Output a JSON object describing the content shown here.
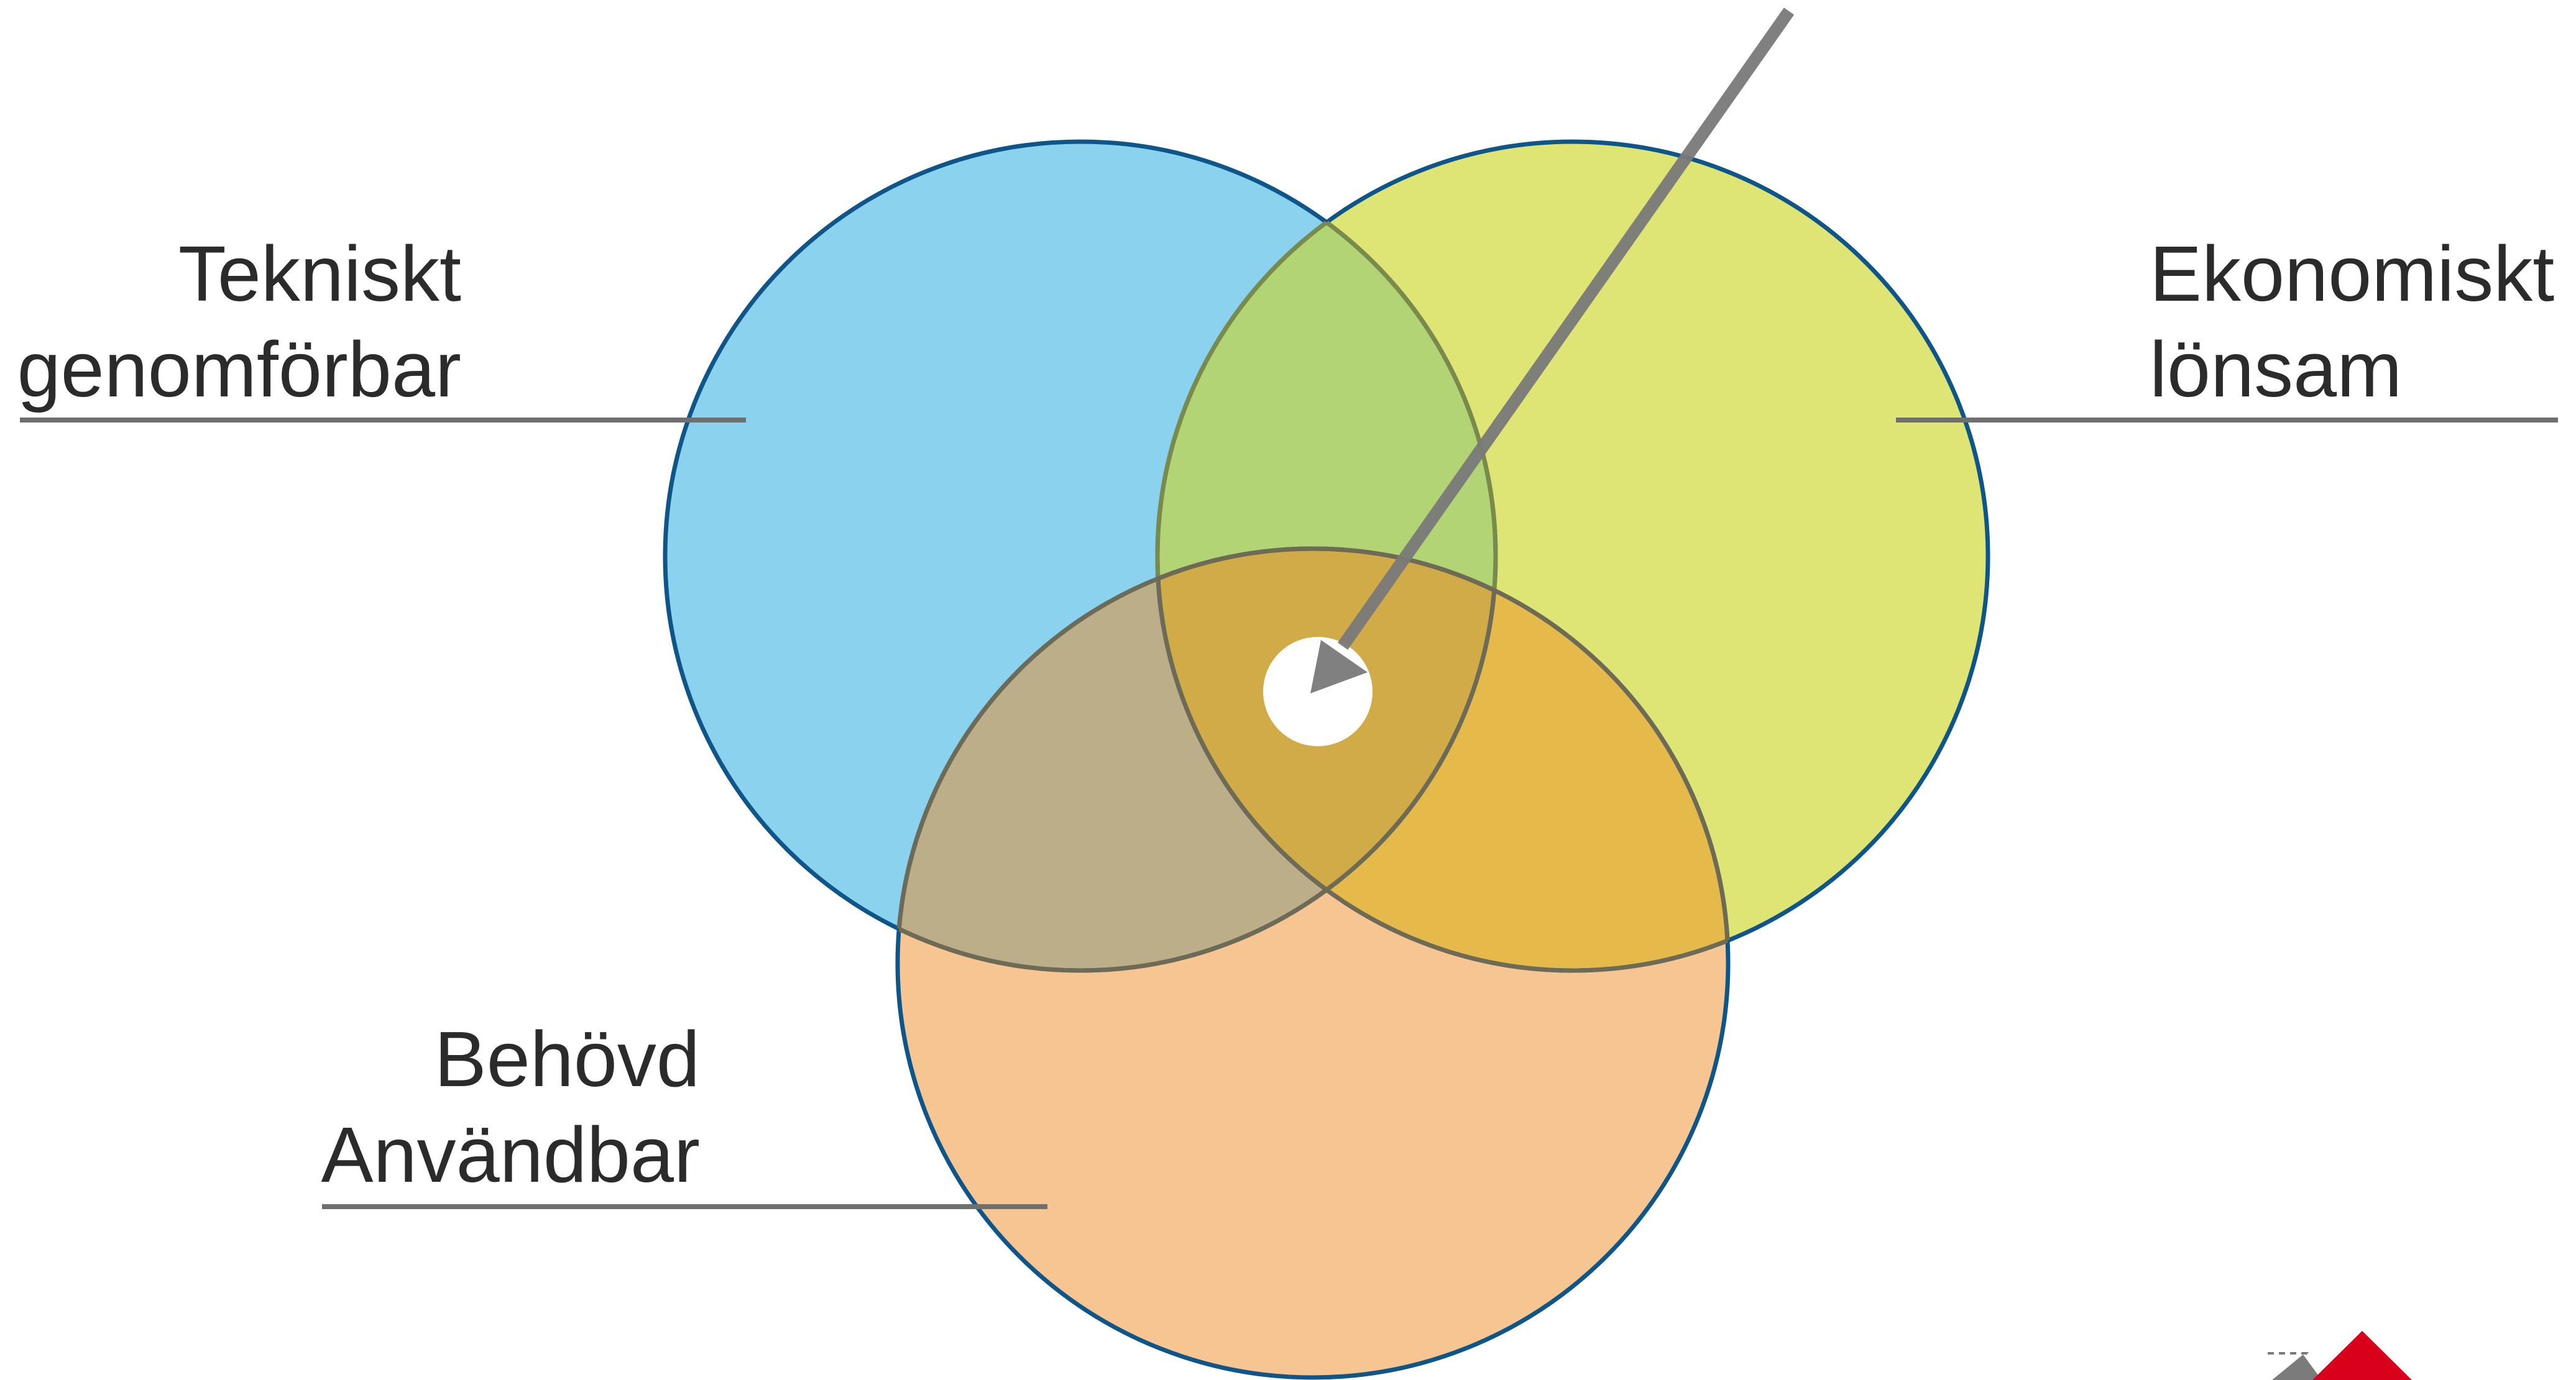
{
  "diagram": {
    "type": "venn",
    "labels": {
      "technical": {
        "line1": "Tekniskt",
        "line2": "genomförbar"
      },
      "economic": {
        "line1": "Ekonomiskt",
        "line2": "lönsam"
      },
      "needed": {
        "line1": "Behövd",
        "line2": "Användbar"
      }
    },
    "colors": {
      "technical_fill": "#8bd2ee",
      "economic_fill": "#dfe575",
      "needed_fill": "#f7c591",
      "circle_outline": "#0e5589",
      "pointer_arrow": "#7a7a7a",
      "leader_line": "#6f6f6f",
      "logo_red": "#d9001c",
      "logo_grey": "#7b7b7b"
    }
  }
}
